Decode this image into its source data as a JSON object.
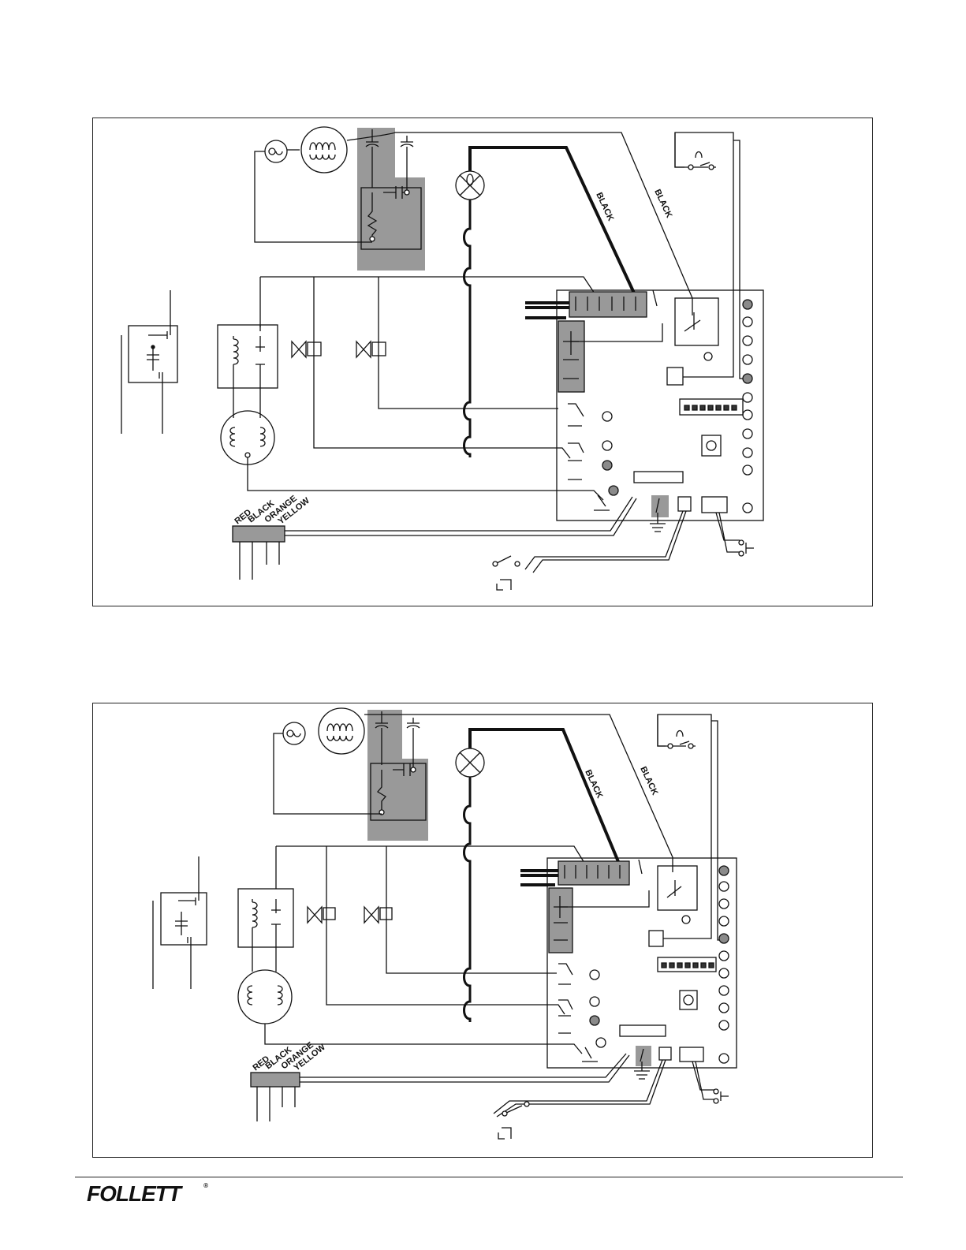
{
  "brand": {
    "name": "FOLLETT",
    "mark": "®"
  },
  "diagrams": [
    {
      "wire_labels": {
        "black_heavy": "BLACK",
        "black_thin": "BLACK"
      },
      "harness": [
        "RED",
        "BLACK",
        "ORANGE",
        "YELLOW"
      ]
    },
    {
      "wire_labels": {
        "black_heavy": "BLACK",
        "black_thin": "BLACK"
      },
      "harness": [
        "RED",
        "BLACK",
        "ORANGE",
        "YELLOW"
      ]
    }
  ],
  "colors": {
    "line": "#111111",
    "highlight": "#999999",
    "indicator": "#8a8a8a"
  }
}
